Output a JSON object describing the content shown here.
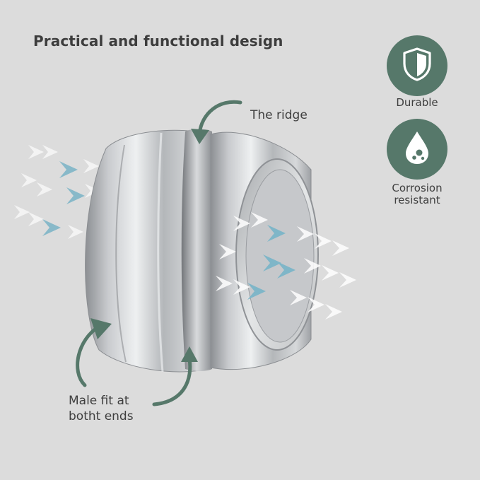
{
  "headline": "Practical and functional design",
  "callouts": {
    "ridge": "The ridge",
    "male_fit_line1": "Male fit at",
    "male_fit_line2": "botht ends"
  },
  "features": [
    {
      "icon": "shield-icon",
      "label": "Durable"
    },
    {
      "icon": "water-drop-icon",
      "label_line1": "Corrosion",
      "label_line2": "resistant"
    }
  ],
  "colors": {
    "background": "#dcdcdc",
    "badge": "#56786a",
    "arrow_accent": "#7fb6c8",
    "text": "#3f3f3f"
  }
}
